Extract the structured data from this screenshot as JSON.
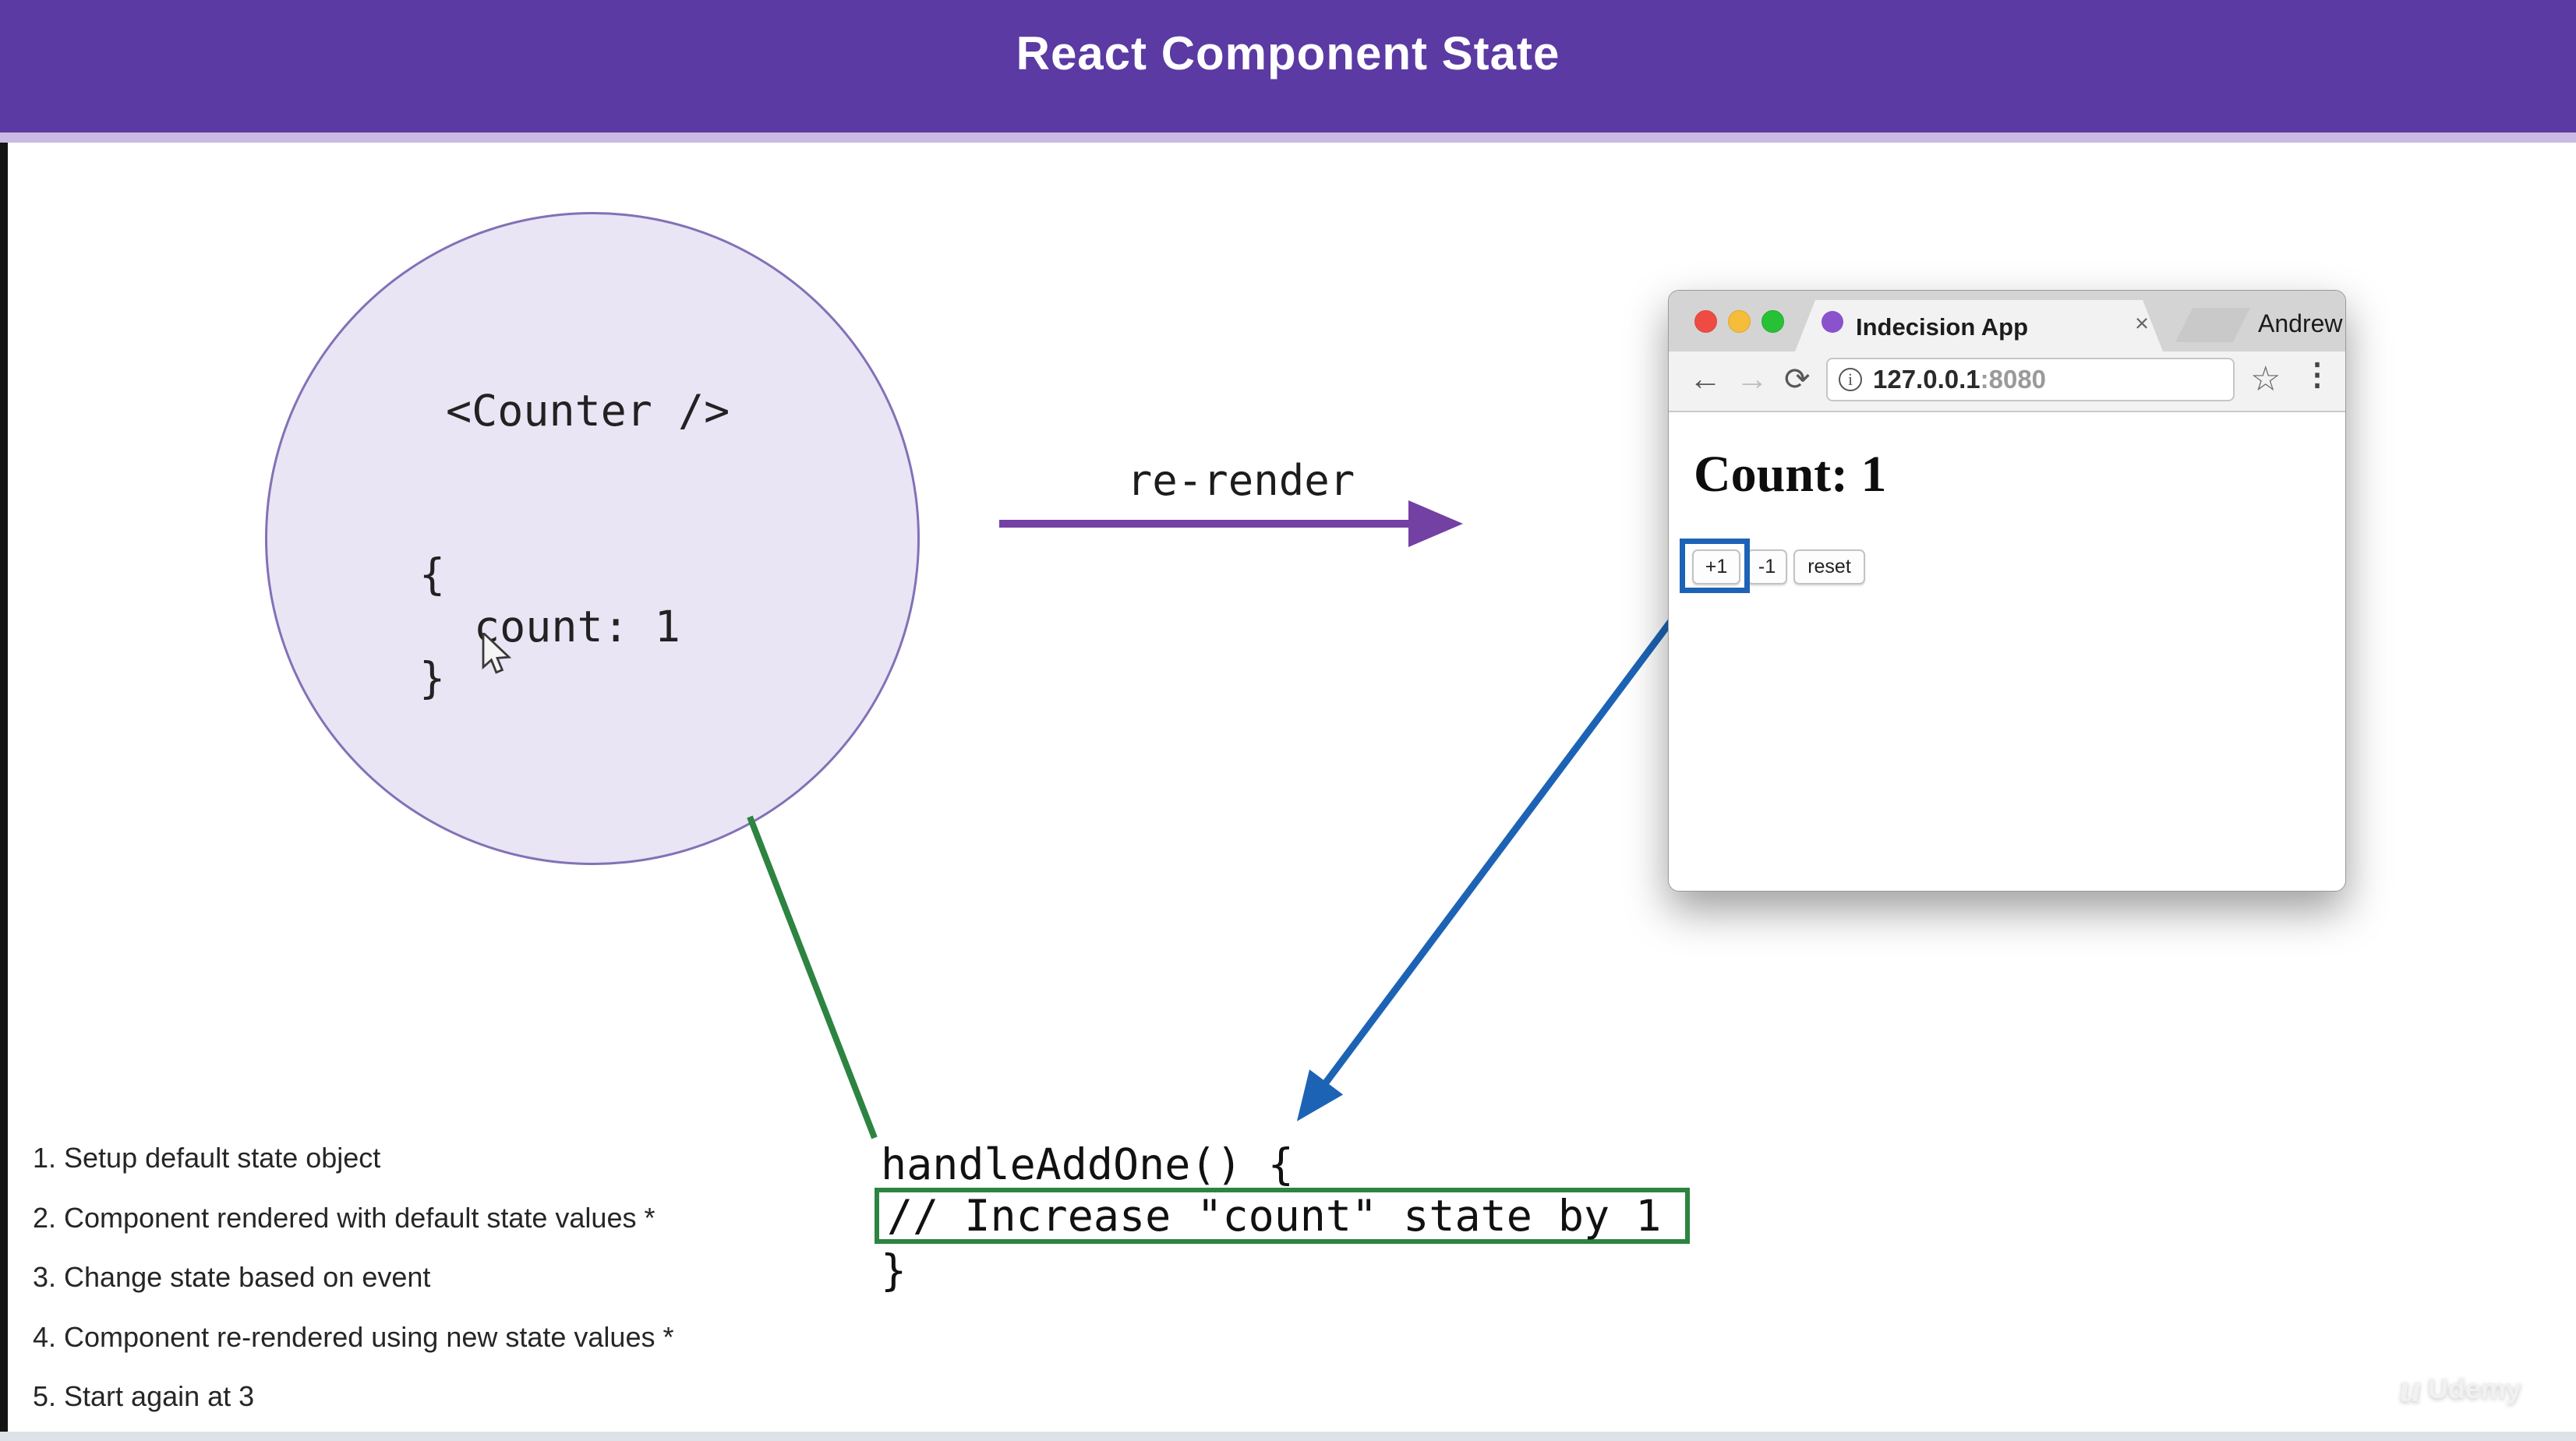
{
  "header": {
    "title": "React Component State",
    "accent_color": "#5b3aa3"
  },
  "diagram": {
    "component_circle": {
      "tag": "<Counter />",
      "state_open_brace": "{",
      "state_property": "count: 1",
      "state_close_brace": "}",
      "fill_color": "#eae5f4",
      "border_color": "#8371b7"
    },
    "rerender_label": "re-render",
    "connector_colors": {
      "rerender_arrow": "#7340a3",
      "state_link_line": "#2c8440",
      "event_link_line": "#1d63b5"
    }
  },
  "browser": {
    "window_controls": [
      "close",
      "minimize",
      "zoom"
    ],
    "tab": {
      "title": "Indecision App",
      "close_label": "×"
    },
    "profile_name": "Andrew",
    "toolbar": {
      "back_icon": "←",
      "forward_icon": "→",
      "refresh_icon": "⟳",
      "info_icon": "i",
      "star_icon": "☆",
      "menu_icon": "⋮"
    },
    "url": {
      "host": "127.0.0.1",
      "port": ":8080"
    },
    "page": {
      "heading": "Count: 1",
      "buttons": [
        "+1",
        "-1",
        "reset"
      ]
    }
  },
  "steps": [
    "1. Setup default state object",
    "2. Component rendered with default state values *",
    "3. Change state based on event",
    "4. Component re-rendered using new state values *",
    "5. Start again at 3"
  ],
  "code": {
    "line1": "handleAddOne() {",
    "line2": "// Increase \"count\" state by 1",
    "line3": "}"
  },
  "watermark": {
    "mark": "u",
    "label": "Udemy"
  }
}
